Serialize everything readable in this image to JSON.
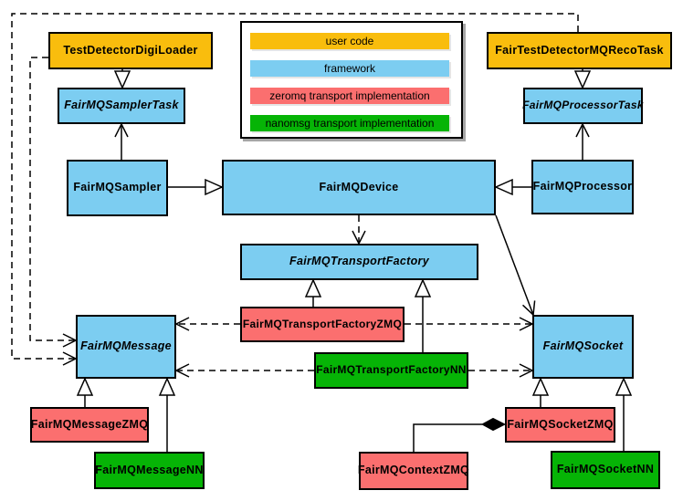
{
  "legend": {
    "items": [
      {
        "label": "user code",
        "color": "#F9BD0D"
      },
      {
        "label": "framework",
        "color": "#7CCDF1"
      },
      {
        "label": "zeromq transport implementation",
        "color": "#FB6F6F"
      },
      {
        "label": "nanomsg transport implementation",
        "color": "#06B406"
      }
    ]
  },
  "nodes": {
    "testdetectordigiloader": {
      "label": "TestDetectorDigiLoader",
      "category": "user code",
      "abstract": false
    },
    "fairtestdetectormqrecotask": {
      "label": "FairTestDetectorMQRecoTask",
      "category": "user code",
      "abstract": false
    },
    "fairmqsamplertask": {
      "label": "FairMQSamplerTask",
      "category": "framework",
      "abstract": true
    },
    "fairmqprocessortask": {
      "label": "FairMQProcessorTask",
      "category": "framework",
      "abstract": true
    },
    "fairmqsampler": {
      "label": "FairMQSampler",
      "category": "framework",
      "abstract": false
    },
    "fairmqdevice": {
      "label": "FairMQDevice",
      "category": "framework",
      "abstract": false
    },
    "fairmqprocessor": {
      "label": "FairMQProcessor",
      "category": "framework",
      "abstract": false
    },
    "fairmqtransportfactory": {
      "label": "FairMQTransportFactory",
      "category": "framework",
      "abstract": true
    },
    "fairmqtransportfactoryzmq": {
      "label": "FairMQTransportFactoryZMQ",
      "category": "zeromq",
      "abstract": false
    },
    "fairmqtransportfactorynn": {
      "label": "FairMQTransportFactoryNN",
      "category": "nanomsg",
      "abstract": false
    },
    "fairmqmessage": {
      "label": "FairMQMessage",
      "category": "framework",
      "abstract": true
    },
    "fairmqsocket": {
      "label": "FairMQSocket",
      "category": "framework",
      "abstract": true
    },
    "fairmqmessagezmq": {
      "label": "FairMQMessageZMQ",
      "category": "zeromq",
      "abstract": false
    },
    "fairmqmessagenn": {
      "label": "FairMQMessageNN",
      "category": "nanomsg",
      "abstract": false
    },
    "fairmqsocketzmq": {
      "label": "FairMQSocketZMQ",
      "category": "zeromq",
      "abstract": false
    },
    "fairmqsocketnn": {
      "label": "FairMQSocketNN",
      "category": "nanomsg",
      "abstract": false
    },
    "fairmqcontextzmq": {
      "label": "FairMQContextZMQ",
      "category": "zeromq",
      "abstract": false
    }
  },
  "edges": [
    {
      "from": "TestDetectorDigiLoader",
      "to": "FairMQSamplerTask",
      "type": "inheritance",
      "line": "solid"
    },
    {
      "from": "FairTestDetectorMQRecoTask",
      "to": "FairMQProcessorTask",
      "type": "inheritance",
      "line": "solid"
    },
    {
      "from": "FairMQSampler",
      "to": "FairMQDevice",
      "type": "inheritance",
      "line": "solid"
    },
    {
      "from": "FairMQProcessor",
      "to": "FairMQDevice",
      "type": "inheritance",
      "line": "solid"
    },
    {
      "from": "FairMQTransportFactoryZMQ",
      "to": "FairMQTransportFactory",
      "type": "inheritance",
      "line": "solid"
    },
    {
      "from": "FairMQTransportFactoryNN",
      "to": "FairMQTransportFactory",
      "type": "inheritance",
      "line": "solid"
    },
    {
      "from": "FairMQMessageZMQ",
      "to": "FairMQMessage",
      "type": "inheritance",
      "line": "solid"
    },
    {
      "from": "FairMQMessageNN",
      "to": "FairMQMessage",
      "type": "inheritance",
      "line": "solid"
    },
    {
      "from": "FairMQSocketZMQ",
      "to": "FairMQSocket",
      "type": "inheritance",
      "line": "solid"
    },
    {
      "from": "FairMQSocketNN",
      "to": "FairMQSocket",
      "type": "inheritance",
      "line": "solid"
    },
    {
      "from": "FairMQSampler",
      "to": "FairMQSamplerTask",
      "type": "association",
      "line": "solid"
    },
    {
      "from": "FairMQProcessor",
      "to": "FairMQProcessorTask",
      "type": "association",
      "line": "solid"
    },
    {
      "from": "FairMQDevice",
      "to": "FairMQSocket",
      "type": "association",
      "line": "solid"
    },
    {
      "from": "FairMQDevice",
      "to": "FairMQTransportFactory",
      "type": "dependency",
      "line": "dashed"
    },
    {
      "from": "FairMQTransportFactoryZMQ",
      "to": "FairMQMessage",
      "type": "dependency",
      "line": "dashed"
    },
    {
      "from": "FairMQTransportFactoryZMQ",
      "to": "FairMQSocket",
      "type": "dependency",
      "line": "dashed"
    },
    {
      "from": "FairMQTransportFactoryNN",
      "to": "FairMQMessage",
      "type": "dependency",
      "line": "dashed"
    },
    {
      "from": "FairMQTransportFactoryNN",
      "to": "FairMQSocket",
      "type": "dependency",
      "line": "dashed"
    },
    {
      "from": "TestDetectorDigiLoader",
      "to": "FairMQMessage",
      "type": "dependency",
      "line": "dashed"
    },
    {
      "from": "FairTestDetectorMQRecoTask",
      "to": "FairMQMessage",
      "type": "dependency",
      "line": "dashed"
    },
    {
      "from": "FairMQContextZMQ",
      "to": "FairMQSocketZMQ",
      "type": "composition",
      "line": "solid"
    }
  ],
  "colors": {
    "user_code": "#F9BD0D",
    "framework": "#7CCDF1",
    "zeromq": "#FB6F6F",
    "nanomsg": "#06B406",
    "border": "#000000",
    "background": "#FFFFFF"
  }
}
